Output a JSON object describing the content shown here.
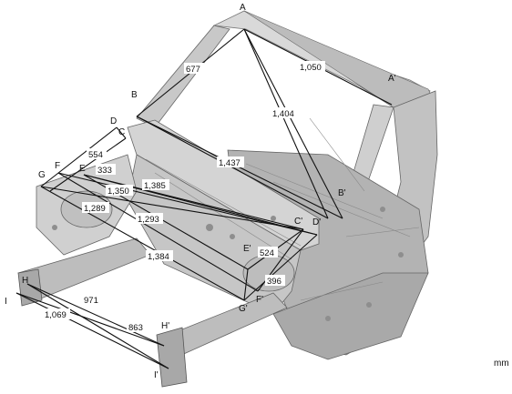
{
  "unit": "mm",
  "points": {
    "A": "A",
    "A_prime": "A'",
    "B": "B",
    "B_prime": "B'",
    "C": "C",
    "C_prime": "C'",
    "D": "D",
    "D_prime": "D'",
    "E": "E",
    "E_prime": "E'",
    "F": "F",
    "F_prime": "F'",
    "G": "G",
    "G_prime": "G'",
    "H": "H",
    "H_prime": "H'",
    "I": "I",
    "I_prime": "I'"
  },
  "dimensions": {
    "a_b": "677",
    "a_aprime": "1,050",
    "a_bprime": "1,404",
    "b_dprime": "1,437",
    "d_cprime": "554",
    "c_dprime": "333",
    "e_cprime": "1,385",
    "e_dprime": "1,350",
    "g_cprime": "1,289",
    "f_dprime": "1,293",
    "g_fprime": "1,384",
    "e_eprime": "524",
    "c_fprime": "396",
    "h_hprime": "971",
    "i_iprime": "1,069",
    "h_iprime": "863"
  },
  "colors": {
    "body_light": "#e8e8e8",
    "body_mid": "#c4c4c4",
    "body_dark": "#8e8e8e",
    "line": "#111111"
  }
}
